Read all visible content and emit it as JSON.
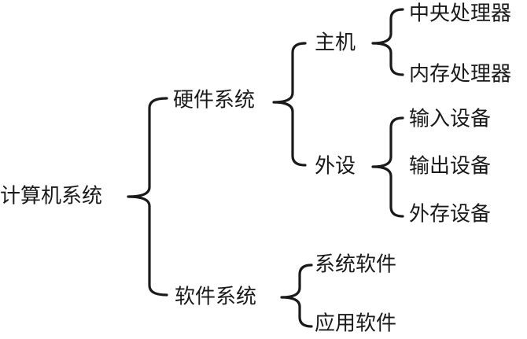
{
  "root": "计算机系统",
  "hardware": {
    "label": "硬件系统",
    "host": {
      "label": "主机",
      "children": [
        "中央处理器",
        "内存处理器"
      ]
    },
    "peripheral": {
      "label": "外设",
      "children": [
        "输入设备",
        "输出设备",
        "外存设备"
      ]
    }
  },
  "software": {
    "label": "软件系统",
    "children": [
      "系统软件",
      "应用软件"
    ]
  }
}
